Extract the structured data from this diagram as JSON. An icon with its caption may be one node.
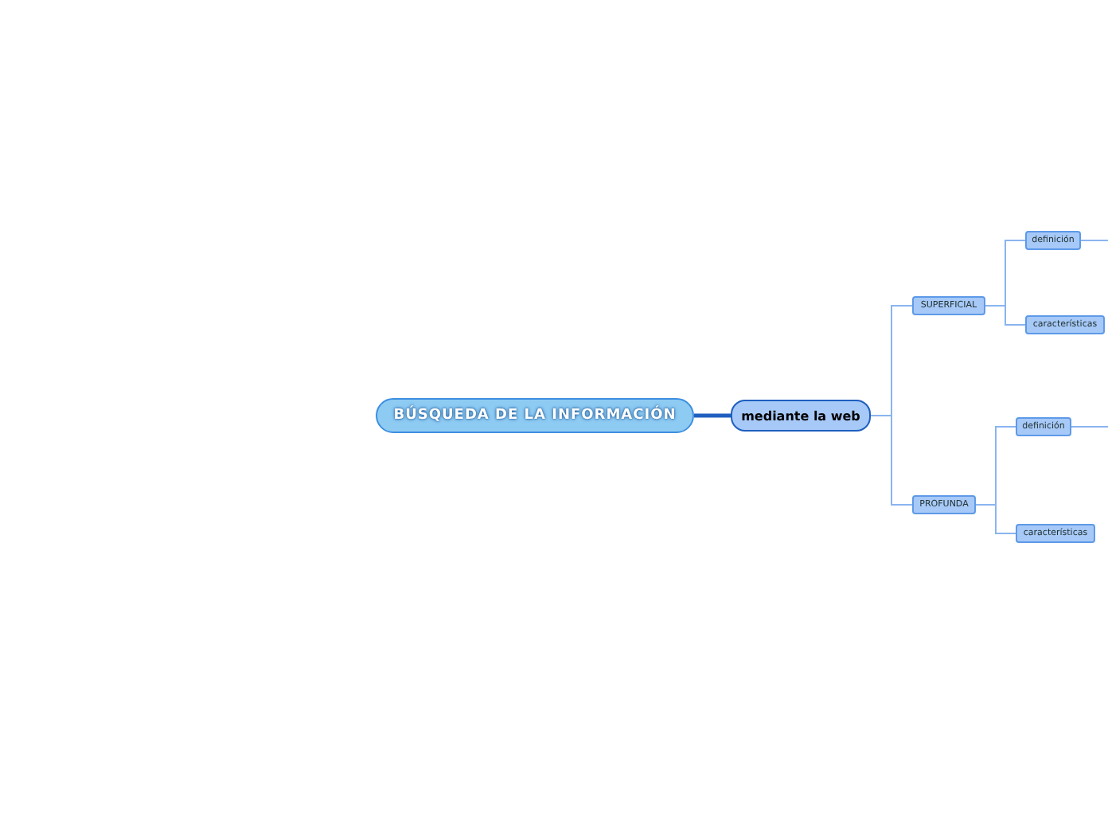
{
  "diagram": {
    "nodes": [
      {
        "text": [
          "BÚSQUEDA DE LA INFORMACIÓN"
        ]
      },
      {
        "text": [
          "mediante la web"
        ]
      },
      {
        "text": [
          "SUPERFICIAL"
        ]
      },
      {
        "text": [
          "definición"
        ]
      },
      {
        "text": [
          "características"
        ]
      },
      {
        "text": [
          "PROFUNDA"
        ]
      },
      {
        "text": [
          "definición"
        ]
      },
      {
        "text": [
          "características"
        ]
      }
    ],
    "edges": [
      {
        "from": 0,
        "to": 1,
        "arrow": "none",
        "style": "thick",
        "color": "#1f5fbf"
      },
      {
        "from": 1,
        "to": 2,
        "arrow": "none"
      },
      {
        "from": 1,
        "to": 5,
        "arrow": "none"
      },
      {
        "from": 2,
        "to": 3,
        "arrow": "none"
      },
      {
        "from": 2,
        "to": 4,
        "arrow": "none"
      },
      {
        "from": 5,
        "to": 6,
        "arrow": "none"
      },
      {
        "from": 5,
        "to": 7,
        "arrow": "none"
      },
      {
        "from": 3,
        "to": null,
        "arrow": "none"
      },
      {
        "from": 6,
        "to": null,
        "arrow": "none"
      }
    ]
  }
}
